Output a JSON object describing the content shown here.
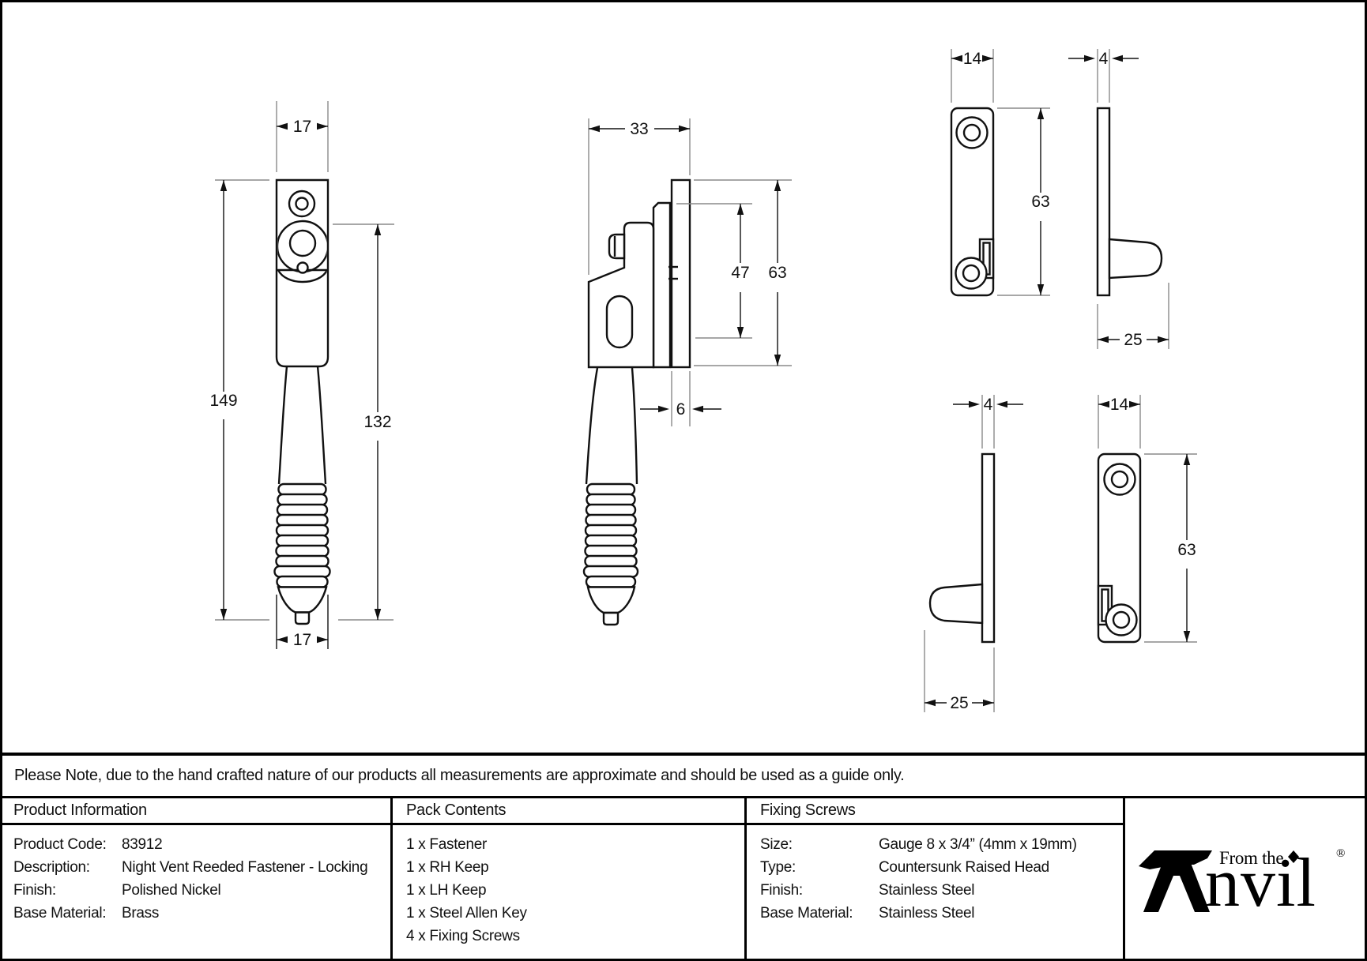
{
  "note": "Please Note, due to the hand crafted nature of our products all measurements are approximate and should be used as a guide only.",
  "table": {
    "product_information": {
      "title": "Product Information",
      "rows": [
        {
          "label": "Product Code:",
          "value": "83912"
        },
        {
          "label": "Description:",
          "value": "Night Vent Reeded Fastener - Locking"
        },
        {
          "label": "Finish:",
          "value": "Polished Nickel"
        },
        {
          "label": "Base Material:",
          "value": "Brass"
        }
      ]
    },
    "pack_contents": {
      "title": "Pack Contents",
      "items": [
        "1 x Fastener",
        "1 x RH Keep",
        "1 x LH Keep",
        "1 x Steel Allen Key",
        "4 x Fixing Screws"
      ]
    },
    "fixing_screws": {
      "title": "Fixing Screws",
      "rows": [
        {
          "label": "Size:",
          "value": "Gauge 8 x 3/4” (4mm x 19mm)"
        },
        {
          "label": "Type:",
          "value": "Countersunk Raised Head"
        },
        {
          "label": "Finish:",
          "value": "Stainless Steel"
        },
        {
          "label": "Base Material:",
          "value": "Stainless Steel"
        }
      ]
    }
  },
  "logo": {
    "prefix": "From the",
    "brand_suffix": "nvil",
    "registered": "®"
  },
  "drawing": {
    "front_view": {
      "width_top": "17",
      "height_overall": "149",
      "height_handle": "132",
      "width_bottom": "17"
    },
    "side_view": {
      "width": "33",
      "height_inner": "47",
      "height_overall": "63",
      "plate_thickness": "6"
    },
    "keep_rh_front": {
      "width": "14",
      "height": "63"
    },
    "keep_rh_side": {
      "thickness": "4",
      "projection": "25"
    },
    "keep_lh_side": {
      "thickness": "4",
      "projection": "25"
    },
    "keep_lh_front": {
      "width": "14",
      "height": "63"
    }
  }
}
